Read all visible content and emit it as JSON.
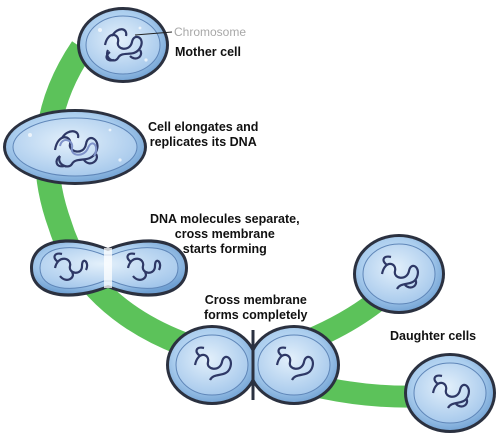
{
  "diagram": {
    "chromosome_label": "Chromosome",
    "stages": [
      {
        "lines": [
          "Mother cell"
        ]
      },
      {
        "lines": [
          "Cell elongates and",
          "replicates its DNA"
        ]
      },
      {
        "lines": [
          "DNA molecules separate,",
          "cross membrane",
          "starts forming"
        ]
      },
      {
        "lines": [
          "Cross membrane",
          "forms completely"
        ]
      },
      {
        "lines": [
          "Daughter cells"
        ]
      }
    ]
  },
  "colors": {
    "path": "#5cc25a",
    "cell_fill": "#a9cdee",
    "cell_inner": "#c9e1f6",
    "cell_outline": "#2b3140",
    "dna": "#2e3866",
    "dna_light": "#7f92c9"
  }
}
